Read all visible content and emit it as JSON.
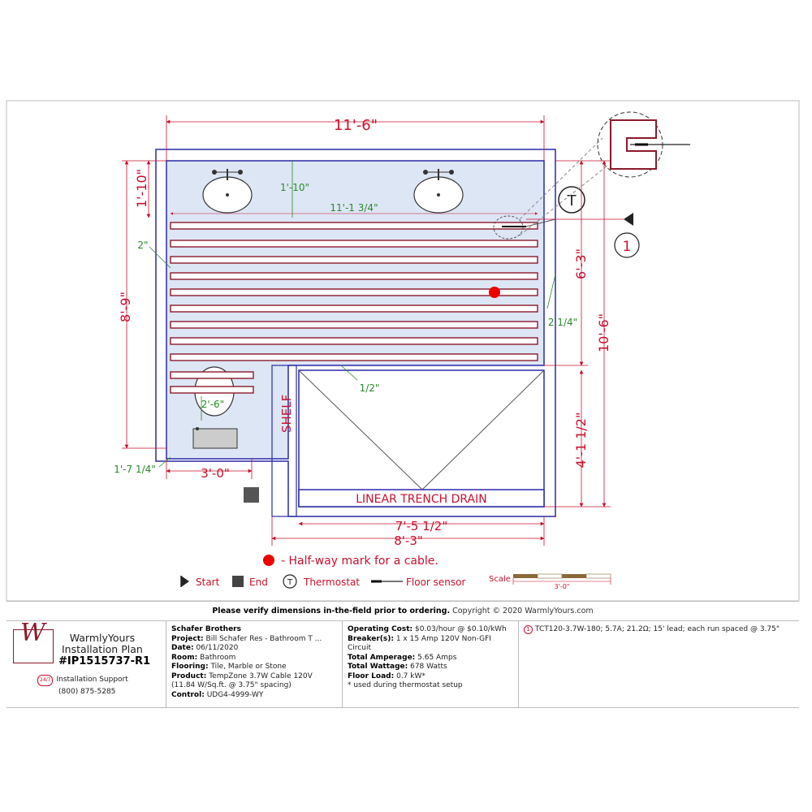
{
  "dimensions": {
    "top_width": "11'-6\"",
    "sink_clearance": "1'-10\"",
    "left_top": "1'-10\"",
    "run_width": "11'-1 3/4\"",
    "left_margin_gap": "2\"",
    "left_height": "8'-9\"",
    "right_upper": "6'-3\"",
    "right_total": "10'-6\"",
    "right_gap": "2 1/4\"",
    "shelf_gap": "1/2\"",
    "toilet_clearance": "2'-6\"",
    "right_lower": "4'-1 1/2\"",
    "bottom_left_offset": "1'-7 1/4\"",
    "bottom_left_width": "3'-0\"",
    "shower_inner": "7'-5 1/2\"",
    "shower_outer": "8'-3\""
  },
  "labels": {
    "shelf": "SHELF",
    "drain": "LINEAR TRENCH DRAIN",
    "thermostat_symbol": "T",
    "start_marker_number": "1"
  },
  "legend": {
    "halfway": "- Half-way mark for a cable.",
    "start": "Start",
    "end": "End",
    "thermostat": "Thermostat",
    "floor_sensor": "Floor sensor",
    "scale_label": "Scale",
    "scale_value": "3'-0\""
  },
  "footer": {
    "verify": "Please verify dimensions in-the-field prior to ordering.",
    "copyright": "Copyright © 2020 WarmlyYours.com"
  },
  "title_block": {
    "logo_letter": "W",
    "brand_line1": "WarmlyYours",
    "brand_line2": "Installation Plan",
    "plan_id": "#IP1515737-R1",
    "support_badge": "24/7",
    "support_label": "Installation Support",
    "phone": "(800) 875-5285",
    "customer": "Schafer Brothers",
    "project_label": "Project:",
    "project": "Bill Schafer Res - Bathroom T ...",
    "date_label": "Date:",
    "date": "06/11/2020",
    "room_label": "Room:",
    "room": "Bathroom",
    "flooring_label": "Flooring:",
    "flooring": "Tile, Marble or Stone",
    "product_label": "Product:",
    "product": "TempZone 3.7W Cable 120V (11.84 W/Sq.ft. @ 3.75\" spacing)",
    "control_label": "Control:",
    "control": "UDG4-4999-WY",
    "op_cost_label": "Operating Cost:",
    "op_cost": "$0.03/hour @ $0.10/kWh",
    "breaker_label": "Breaker(s):",
    "breaker": "1 x 15 Amp 120V Non-GFI Circuit",
    "amperage_label": "Total Amperage:",
    "amperage": "5.65 Amps",
    "wattage_label": "Total Wattage:",
    "wattage": "678 Watts",
    "floor_load_label": "Floor Load:",
    "floor_load": "0.7 kW*",
    "footnote": "* used during thermostat setup",
    "cable_number": "1",
    "cable_spec": "TCT120-3.7W-180; 5.7A; 21.2Ω; 15' lead; each run spaced @ 3.75\""
  },
  "colors": {
    "wall": "#2a2aa8",
    "room_fill": "#dde6f5",
    "cable": "#8b1a2b",
    "dimension": "#c8102e",
    "note": "#2a8a2a"
  }
}
